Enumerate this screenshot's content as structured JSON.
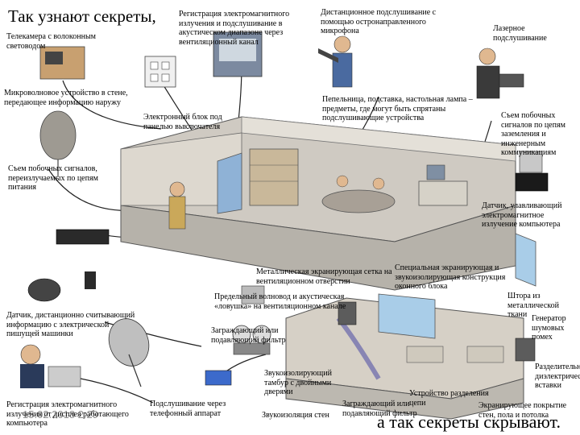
{
  "title_top": "Так узнают секреты,",
  "title_bottom": "а так секреты скрывают.",
  "timestamp": "15.02.2018 2:29",
  "labels": {
    "em_registration_top": "Регистрация электромагнитного излучения и подслушивание в акустическом диапазоне через вентиляционный канал",
    "directional_mic": "Дистанционное подслушивание с помощью остронаправленного микрофона",
    "laser": "Лазерное подслушивание",
    "fiber_camera": "Телекамера с волоконным световодом",
    "microwave": "Микроволновое устройство в стене, передающее информацию наружу",
    "electronic_block": "Электронный блок под панелью выключателя",
    "ashtray": "Пепельница, подставка, настольная лампа – предметы, где могут быть спрятаны подслушивающие устройства",
    "ground_signals": "Съем побочных сигналов по цепям заземления и инженерным коммуникациям",
    "power_signals": "Съем побочных сигналов, переизлучаемых по цепям питания",
    "computer_sensor": "Датчик, улавливающий электромагнитное излучение компьютера",
    "metal_grid": "Металлическая экранирующая сетка на вентиляционном отверстии",
    "window_block": "Специальная экранирующая и звукоизолирующая конструкция оконного блока",
    "vent_waveguide": "Предельный волновод и акустическая «ловушка» на вентиляционном канале",
    "metal_curtain": "Штора из металлической ткани",
    "typewriter_sensor": "Датчик, дистанционно считывающий информацию с электрической пишущей машинки",
    "filter_left": "Заграждающий или подавляющий фильтр",
    "noise_generator": "Генератор шумовых помех",
    "soundproof_door": "Звукоизолирующий тамбур с двойными дверями",
    "dielectric_inserts": "Разделительные диэлектрические вставки",
    "line_separator": "Устройство разделения цепи",
    "em_registration_bottom": "Регистрация электромагнитного излучения от дисплея работающего компьютера",
    "phone_tap": "Подслушивание через телефонный аппарат",
    "soundproof_walls": "Звукоизоляция стен",
    "filter_bottom": "Заграждающий или подавляющий фильтр",
    "shield_coating": "Экранирующее покрытие стен, пола и потолка"
  },
  "colors": {
    "wall": "#d9d4cc",
    "floor": "#c4c0b8",
    "window": "#b8d8ee",
    "cable": "#222222",
    "accent_blue": "#2a5db0"
  }
}
